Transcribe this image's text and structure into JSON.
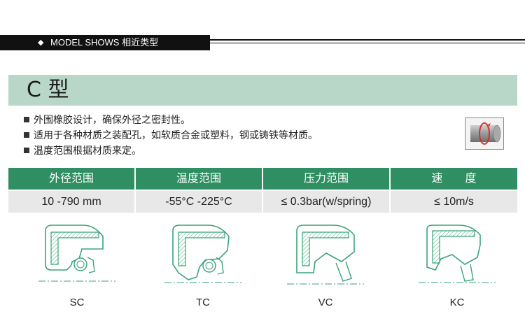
{
  "section": {
    "diamond": "◆",
    "title": "MODEL SHOWS 相近类型"
  },
  "type_title": "C 型",
  "features": [
    "外围橡胶设计，确保外径之密封性。",
    "适用于各种材质之装配孔，如软质合金或塑料，钢或铸铁等材质。",
    "温度范围根据材质来定。"
  ],
  "specs": {
    "headers": [
      "外径范围",
      "温度范围",
      "压力范围",
      "速　　度"
    ],
    "values": [
      "10 -790 mm",
      "-55°C -225°C",
      "≤ 0.3bar(w/spring)",
      "≤ 10m/s"
    ]
  },
  "seals": [
    {
      "label": "SC",
      "icon": "sc-seal-profile-icon"
    },
    {
      "label": "TC",
      "icon": "tc-seal-profile-icon"
    },
    {
      "label": "VC",
      "icon": "vc-seal-profile-icon"
    },
    {
      "label": "KC",
      "icon": "kc-seal-profile-icon"
    }
  ],
  "colors": {
    "header_green": "#2f8f63",
    "banner_green": "#b8d7c8",
    "outline_green": "#3aa37a",
    "header_black": "#111111"
  }
}
